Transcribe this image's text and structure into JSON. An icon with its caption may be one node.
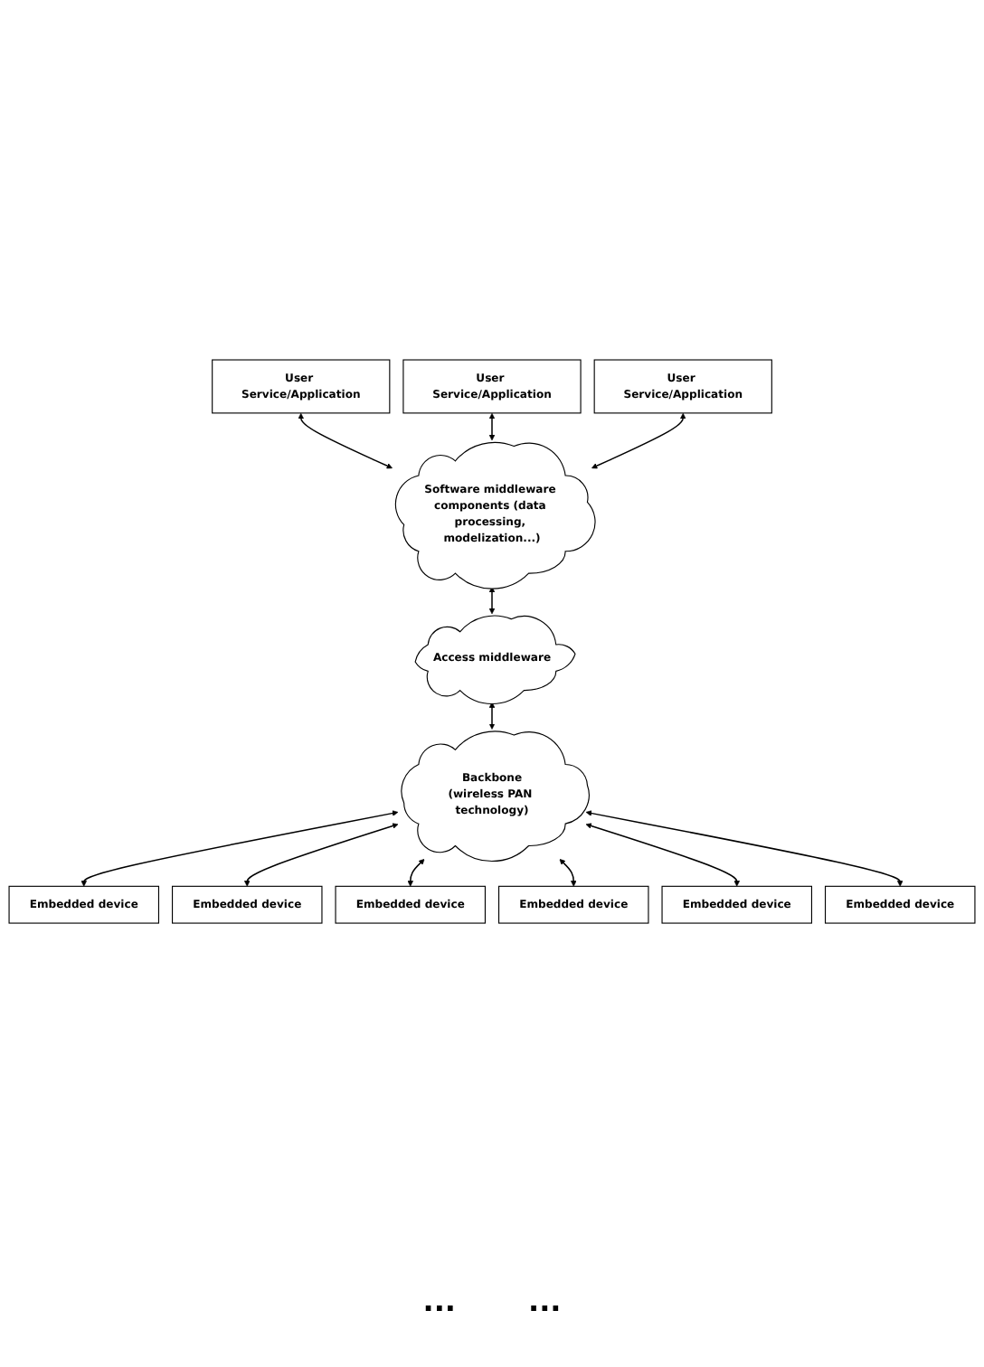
{
  "diagram": {
    "nodes": [
      {
        "text": [
          "User Service/Application"
        ]
      },
      {
        "text": [
          "User Service/Application"
        ]
      },
      {
        "text": [
          "User Service/Application"
        ]
      },
      {
        "text": [
          "Software middleware components (data processing, modelization...)"
        ]
      },
      {
        "text": [
          "Access middleware"
        ]
      },
      {
        "text": [
          "Backbone",
          "(wireless PAN technology)"
        ]
      },
      {
        "text": [
          "Embedded device"
        ]
      },
      {
        "text": [
          "Embedded device"
        ]
      },
      {
        "text": [
          "Embedded device"
        ]
      },
      {
        "text": [
          "Embedded device"
        ]
      },
      {
        "text": [
          "Embedded device"
        ]
      },
      {
        "text": [
          "Embedded device"
        ]
      }
    ],
    "edges": [
      {
        "from": 1,
        "to": 3,
        "arrow": "both"
      },
      {
        "from": 0,
        "to": 3,
        "arrow": "both"
      },
      {
        "from": 2,
        "to": 3,
        "arrow": "both"
      },
      {
        "from": 3,
        "to": 4,
        "arrow": "both"
      },
      {
        "from": 4,
        "to": 5,
        "arrow": "both"
      },
      {
        "from": 5,
        "to": 6,
        "arrow": "both"
      },
      {
        "from": 5,
        "to": 7,
        "arrow": "both"
      },
      {
        "from": 5,
        "to": 8,
        "arrow": "both"
      },
      {
        "from": 5,
        "to": 9,
        "arrow": "both"
      },
      {
        "from": 5,
        "to": 10,
        "arrow": "both"
      },
      {
        "from": 5,
        "to": 11,
        "arrow": "both"
      }
    ],
    "labels": [
      "...",
      "..."
    ]
  }
}
